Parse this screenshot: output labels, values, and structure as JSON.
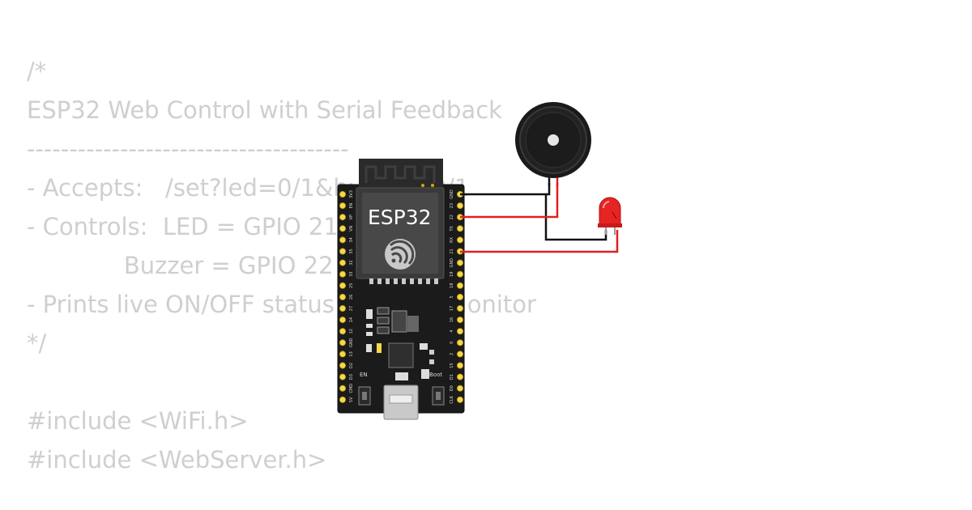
{
  "code_lines": [
    "/*",
    "ESP32 Web Control with Serial Feedback",
    "--------------------------------------",
    "- Accepts:   /set?led=0/1&buzzer=0/1",
    "- Controls:  LED = GPIO 21",
    "             Buzzer = GPIO 22",
    "- Prints live ON/OFF status to Serial Monitor",
    "*/",
    "",
    "#include <WiFi.h>",
    "#include <WebServer.h>"
  ],
  "board": {
    "module_label": "ESP32",
    "button_en": "EN",
    "button_boot": "Boot",
    "right_pins": [
      "GND",
      "23",
      "22",
      "TX",
      "RX",
      "21",
      "GND",
      "19",
      "18",
      "5",
      "17",
      "16",
      "4",
      "0",
      "2",
      "15",
      "D1",
      "D0",
      "CLK"
    ],
    "left_pins": [
      "3V3",
      "EN",
      "VP",
      "VN",
      "34",
      "35",
      "32",
      "33",
      "25",
      "26",
      "27",
      "14",
      "12",
      "GND",
      "13",
      "D2",
      "D3",
      "CMD",
      "5V"
    ]
  },
  "colors": {
    "code_text": "#cfcfcf",
    "board": "#1b1b1b",
    "pin": "#f4d84a",
    "wire_red": "#e02020",
    "wire_black": "#111111",
    "led": "#e52424"
  },
  "icons": {
    "wifi_logo": "espressif-logo-icon",
    "buzzer": "buzzer-icon",
    "led": "led-icon"
  }
}
